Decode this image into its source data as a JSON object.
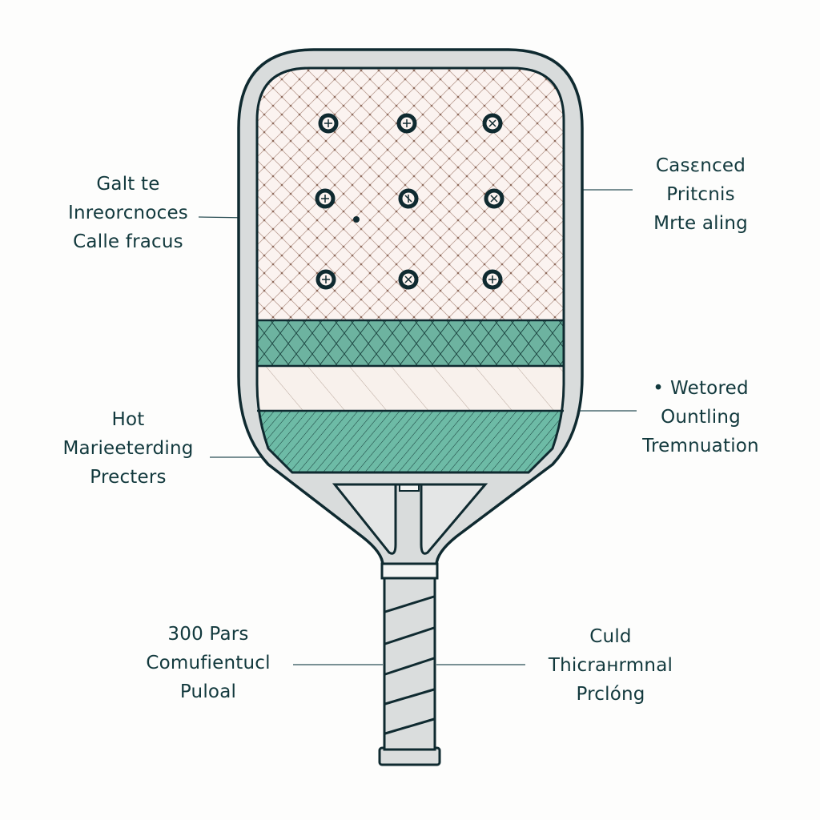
{
  "diagram": {
    "subject": "pickleball paddle cross-section diagram",
    "colors": {
      "outline": "#0f2a30",
      "frame": "#d9dcdc",
      "face": "#fbf3f0",
      "mesh": "#a07a66",
      "teal": "#6db3a0",
      "text": "#12393d",
      "leader": "#2b4f55"
    },
    "labels": {
      "top_left": {
        "lines": [
          "Galt te",
          "Inreorcnoces",
          "Calle fracus"
        ]
      },
      "top_right": {
        "lines": [
          "Casεnced",
          "Pritcnis",
          "Mrte aling"
        ]
      },
      "mid_left": {
        "lines": [
          "Hot",
          "Marieeterding",
          "Precters"
        ]
      },
      "mid_right": {
        "bullet": "•",
        "lines": [
          "Wetored",
          "Ountling",
          "Tremnuation"
        ]
      },
      "bottom_left": {
        "lines": [
          "300 Pars",
          "Comufientucl",
          "Puloal"
        ]
      },
      "bottom_right": {
        "lines": [
          "Culd",
          "Thicrанrmnal",
          "Prclóng"
        ]
      }
    },
    "screws": {
      "count": 9,
      "rows": 3,
      "cols": 3
    },
    "grip_wraps": 5
  }
}
